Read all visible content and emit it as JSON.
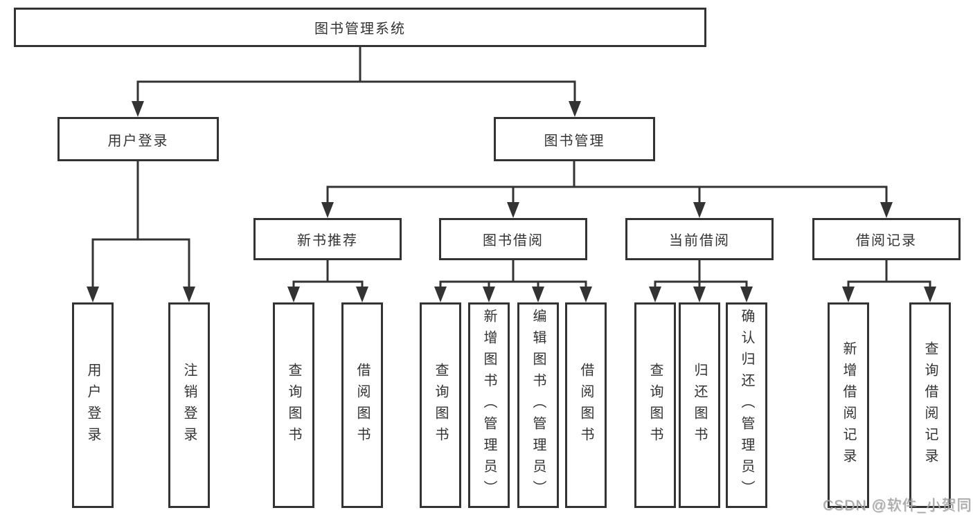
{
  "type": "hierarchy-diagram",
  "colors": {
    "line": "#333333",
    "box_border": "#333333",
    "box_background": "#ffffff",
    "text": "#333333",
    "watermark_text": "#a8a8a8"
  },
  "root": {
    "label": "图书管理系统",
    "children": [
      {
        "label": "用户登录",
        "children": [
          {
            "label": "用户登录"
          },
          {
            "label": "注销登录"
          }
        ]
      },
      {
        "label": "图书管理",
        "children": [
          {
            "label": "新书推荐",
            "children": [
              {
                "label": "查询图书"
              },
              {
                "label": "借阅图书"
              }
            ]
          },
          {
            "label": "图书借阅",
            "children": [
              {
                "label": "查询图书"
              },
              {
                "label": "新增图书（管理员）"
              },
              {
                "label": "编辑图书（管理员）"
              },
              {
                "label": "借阅图书"
              }
            ]
          },
          {
            "label": "当前借阅",
            "children": [
              {
                "label": "查询图书"
              },
              {
                "label": "归还图书"
              },
              {
                "label": "确认归还（管理员）"
              }
            ]
          },
          {
            "label": "借阅记录",
            "children": [
              {
                "label": "新增借阅记录"
              },
              {
                "label": "查询借阅记录"
              }
            ]
          }
        ]
      }
    ]
  },
  "watermark": {
    "text": "CSDN @软件_小贺同学"
  }
}
